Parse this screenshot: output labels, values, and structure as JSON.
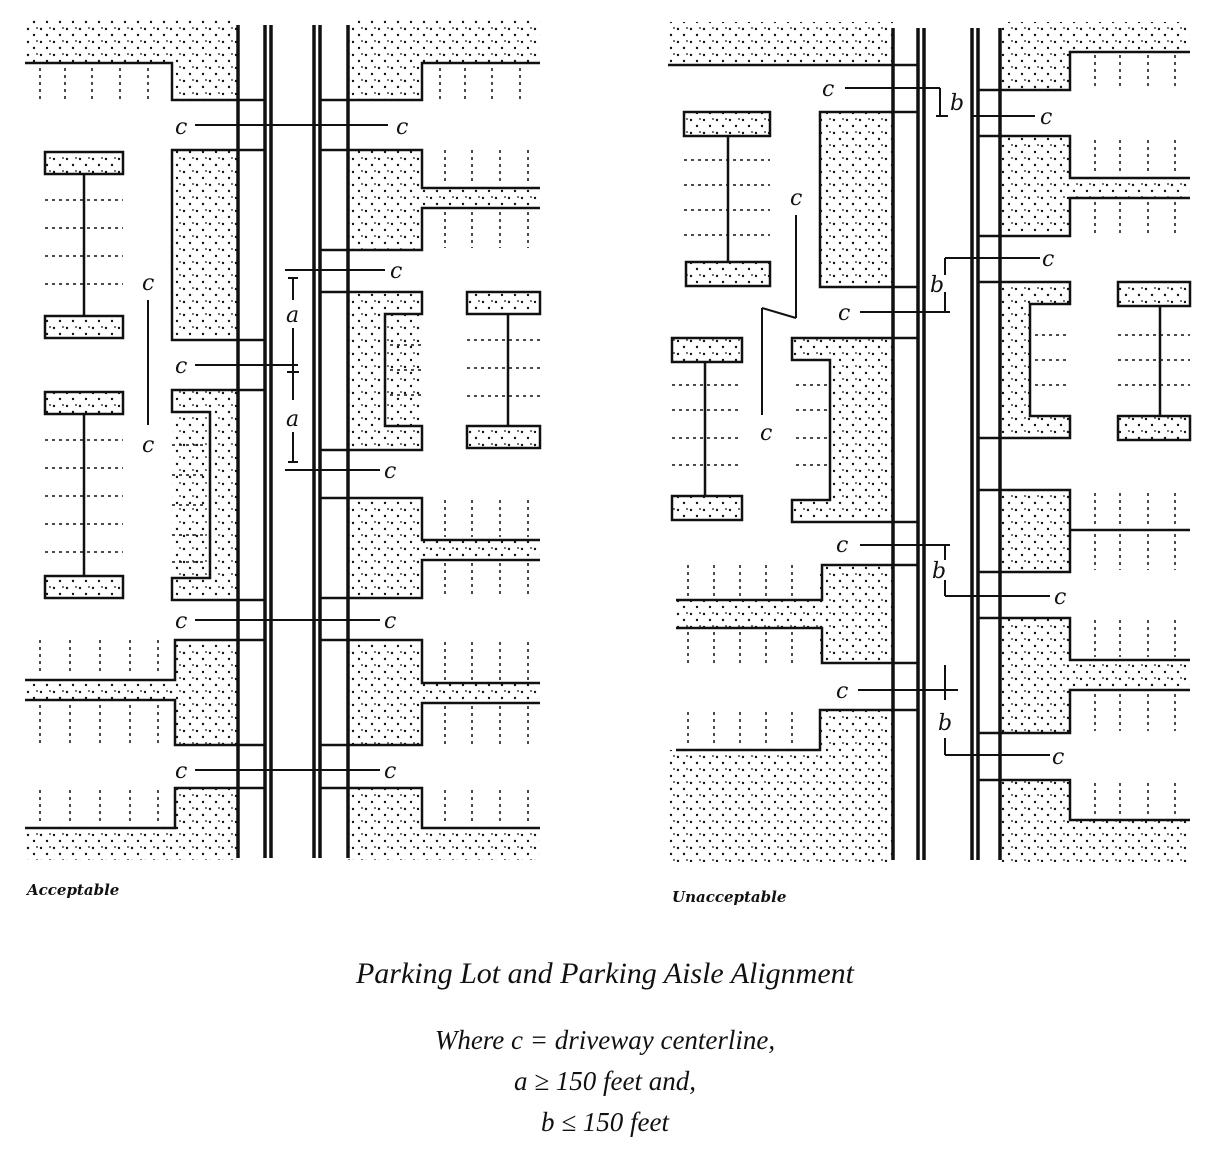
{
  "panels": {
    "left_label": "Acceptable",
    "right_label": "Unacceptable"
  },
  "labels": {
    "c": "c",
    "a": "a",
    "b": "b"
  },
  "caption": {
    "title": "Parking Lot and Parking Aisle Alignment",
    "line1": "Where c = driveway centerline,",
    "line2": "a ≥ 150 feet and,",
    "line3": "b ≤ 150 feet"
  },
  "colors": {
    "ink": "#111111",
    "paper": "#ffffff"
  }
}
